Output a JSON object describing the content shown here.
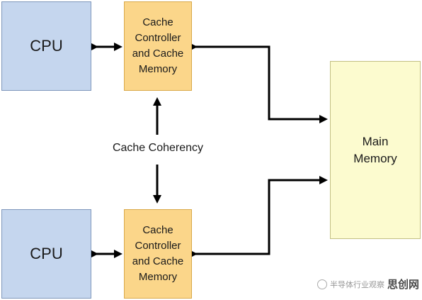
{
  "cpus": [
    {
      "label": "CPU"
    },
    {
      "label": "CPU"
    }
  ],
  "caches": [
    {
      "lines": [
        "Cache",
        "Controller",
        "and Cache",
        "Memory"
      ]
    },
    {
      "lines": [
        "Cache",
        "Controller",
        "and Cache",
        "Memory"
      ]
    }
  ],
  "main_memory": {
    "lines": [
      "Main",
      "Memory"
    ]
  },
  "coherency_label": "Cache Coherency",
  "watermark": {
    "text": "半导体行业观察",
    "brand": "思创网"
  },
  "colors": {
    "cpu_fill": "#c5d6ee",
    "cache_fill": "#fbd68a",
    "memory_fill": "#fcfbcf",
    "arrow": "#000000"
  }
}
